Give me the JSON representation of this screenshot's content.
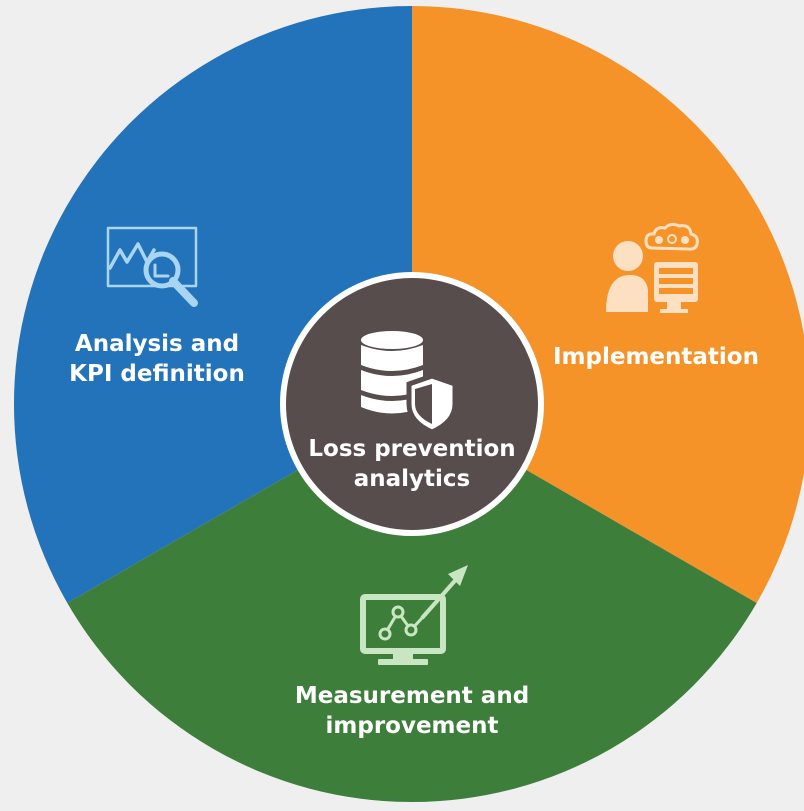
{
  "center": {
    "title_line1": "Loss prevention",
    "title_line2": "analytics",
    "icon": "database-shield-icon"
  },
  "segments": [
    {
      "id": "analysis",
      "label_line1": "Analysis and",
      "label_line2": "KPI definition",
      "icon": "chart-magnifier-icon",
      "color": "#2273b9"
    },
    {
      "id": "implementation",
      "label_line1": "Implementation",
      "icon": "person-computer-ideas-icon",
      "color": "#f69328"
    },
    {
      "id": "measurement",
      "label_line1": "Measurement and",
      "label_line2": "improvement",
      "icon": "monitor-growth-chart-icon",
      "color": "#3e7e3b"
    }
  ],
  "colors": {
    "background": "#efeff0",
    "center_fill": "#574d4d",
    "ring": "#ffffff"
  }
}
